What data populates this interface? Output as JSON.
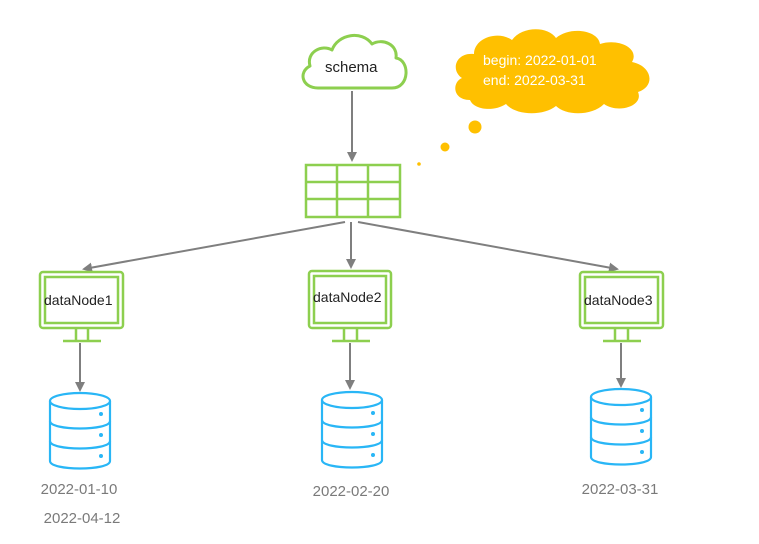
{
  "colors": {
    "green": "#8dcf4f",
    "blue": "#29b6f6",
    "arrow": "#7f7f7f",
    "bubble": "#ffc000",
    "date_text": "#7a7a7a"
  },
  "schema": {
    "label": "schema",
    "icon": "cloud-icon"
  },
  "partition_table": {
    "icon": "table-grid-icon"
  },
  "thought_bubble": {
    "lines": [
      "begin: 2022-01-01",
      "end: 2022-03-31"
    ]
  },
  "nodes": [
    {
      "label": "dataNode1",
      "icon": "monitor-icon",
      "db_icon": "database-icon",
      "dates": [
        "2022-01-10",
        "2022-04-12"
      ]
    },
    {
      "label": "dataNode2",
      "icon": "monitor-icon",
      "db_icon": "database-icon",
      "dates": [
        "2022-02-20"
      ]
    },
    {
      "label": "dataNode3",
      "icon": "monitor-icon",
      "db_icon": "database-icon",
      "dates": [
        "2022-03-31"
      ]
    }
  ]
}
